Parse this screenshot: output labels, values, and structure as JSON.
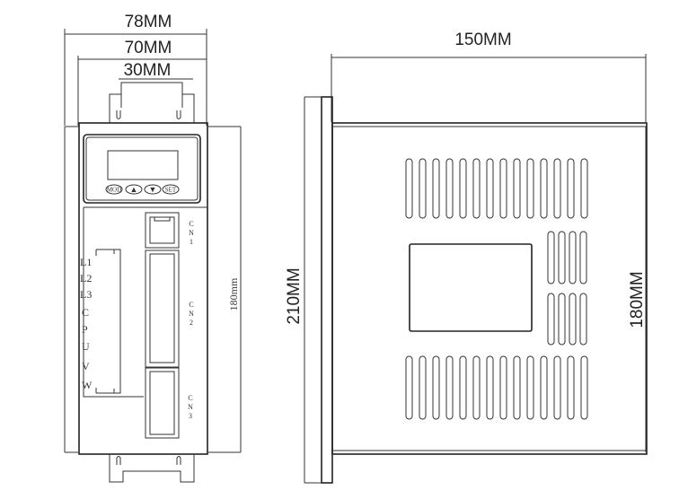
{
  "front_view": {
    "width_outer": "78MM",
    "width_inner": "70MM",
    "width_mount": "30MM",
    "height_side": "180mm",
    "keypad": {
      "mode": "MOD",
      "up": "▲",
      "down": "▼",
      "set": "SET"
    },
    "terminals": [
      "L1",
      "L2",
      "L3",
      "C",
      "P",
      "U",
      "V",
      "W"
    ],
    "connectors": {
      "cn1": [
        "C",
        "N",
        "1"
      ],
      "cn2": [
        "C",
        "N",
        "2"
      ],
      "cn3": [
        "C",
        "N",
        "3"
      ]
    }
  },
  "side_view": {
    "depth": "150MM",
    "height_outer": "210MM",
    "height_inner": "180MM"
  }
}
